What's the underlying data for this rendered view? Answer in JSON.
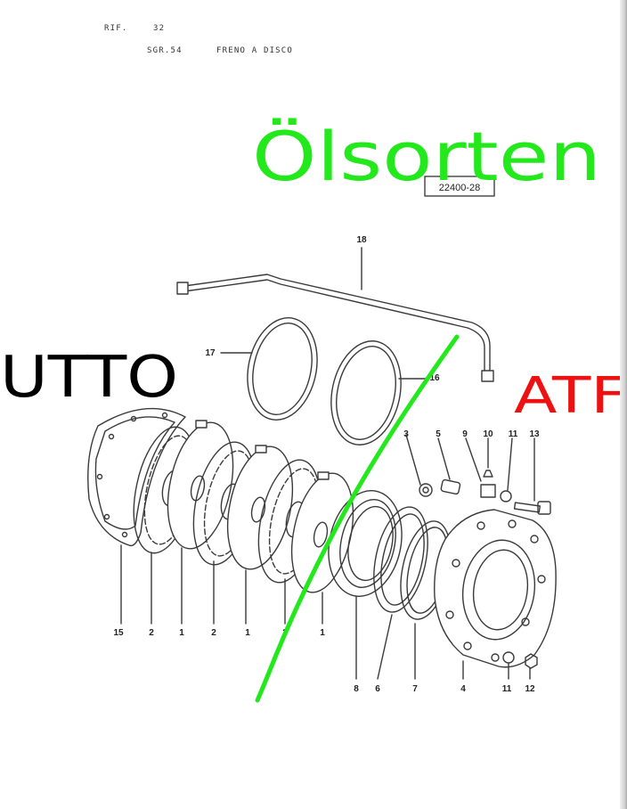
{
  "header": {
    "rif_label": "RIF.",
    "rif_number": "32",
    "sgr_code": "SGR.54",
    "section_title": "FRENO A DISCO"
  },
  "drawing_number": "22400-28",
  "annotations": {
    "title": "Ölsorten",
    "left_label": "UTTO",
    "right_label": "ATF"
  },
  "colors": {
    "annotation_green": "#22e81c",
    "annotation_red": "#ee1111",
    "annotation_black": "#000000",
    "line_art": "#3a3a3a"
  },
  "part_labels": {
    "p18": "18",
    "p17": "17",
    "p16": "16",
    "p3": "3",
    "p5": "5",
    "p9": "9",
    "p10": "10",
    "p11a": "11",
    "p13": "13",
    "b15": "15",
    "b2a": "2",
    "b1a": "1",
    "b2b": "2",
    "b1b": "1",
    "b2c": "2",
    "b1c": "1",
    "b8": "8",
    "b6": "6",
    "b7": "7",
    "b4": "4",
    "b11": "11",
    "b12": "12"
  }
}
